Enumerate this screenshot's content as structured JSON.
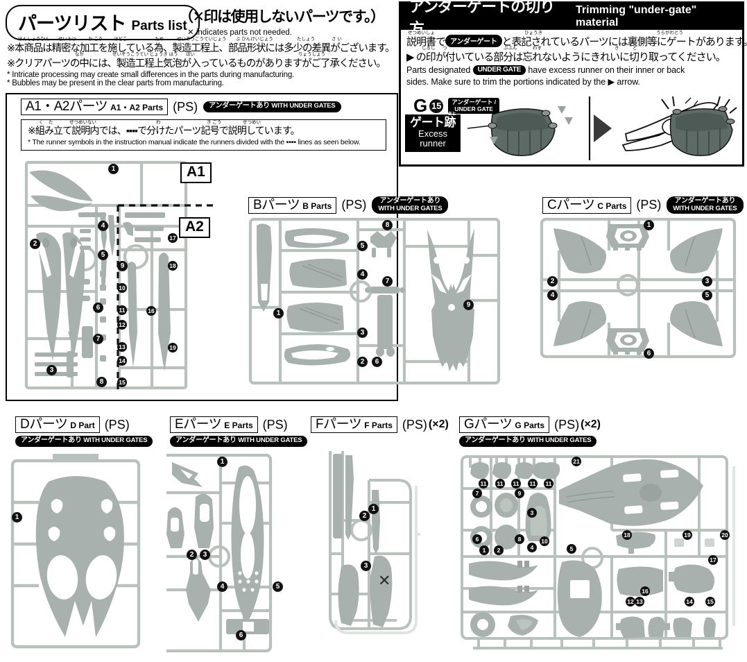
{
  "header": {
    "title_jp": "パーツリスト",
    "title_en": "Parts list",
    "x_note_jp": "（✕印は使用しないパーツです。）",
    "x_note_en": "✕ indicates parts not needed.",
    "disclaimer": {
      "jp1": "※本商品は精密な加工を施している為、製造工程上、部品形状には多少の差異がございます。",
      "jp2": "※クリアパーツの中には、製造工程上気泡が入っているものがありますがご了承ください。",
      "en1": "* Intricate processing may create small differences in the parts during manufacturing.",
      "en2": "* Bubbles may be present in the clear parts from manufacturing."
    }
  },
  "under_gate_panel": {
    "head_jp": "アンダーゲートの切り方",
    "head_en": "Trimming \"under-gate\" material",
    "body_jp1_pre": "説明書で",
    "body_jp1_pill": "アンダーゲート",
    "body_jp1_post": "と表記されているパーツには裏側等にゲートがあります。",
    "body_jp2": "▶ の印が付いている部分は忘れないようにきれいに切り取ってください。",
    "body_en1_pre": "Parts designated",
    "body_en1_pill": "UNDER GATE",
    "body_en1_post": "have excess runner on their inner or back",
    "body_en2": "sides. Make sure to trim the portions indicated by the  ▶  arrow.",
    "sample_letter": "G",
    "sample_number": "15",
    "sample_tag_jp": "アンダーゲート /",
    "sample_tag_en": "UNDER GATE",
    "callout_jp": "ゲート跡",
    "callout_en1": "Excess",
    "callout_en2": "runner"
  },
  "runners": [
    {
      "id": "A",
      "name_jp": "A1・A2パーツ",
      "name_en": "A1・A2 Parts",
      "material": "(PS)",
      "qty": "",
      "under_gate_jp": "アンダーゲートあり",
      "under_gate_en": "WITH UNDER GATES",
      "note_jp": "※組み立て説明内では、▪▪▪▪で分けたパーツ記号で説明しています。",
      "note_en": "* The runner symbols in the instruction manual indicate the runners divided with the ▪▪▪▪ lines as seen below.",
      "sub_tags": [
        "A1",
        "A2"
      ],
      "part_numbers": [
        "1",
        "2",
        "3",
        "4",
        "5",
        "6",
        "7",
        "8",
        "9",
        "10",
        "11",
        "12",
        "13",
        "14",
        "15",
        "16",
        "17",
        "18",
        "19"
      ]
    },
    {
      "id": "B",
      "name_jp": "Bパーツ",
      "name_en": "B Parts",
      "material": "(PS)",
      "qty": "",
      "under_gate_jp": "アンダーゲートあり",
      "under_gate_en": "WITH UNDER GATES",
      "part_numbers": [
        "1",
        "2",
        "3",
        "4",
        "5",
        "6",
        "7",
        "8",
        "9"
      ]
    },
    {
      "id": "C",
      "name_jp": "Cパーツ",
      "name_en": "C Parts",
      "material": "(PS)",
      "qty": "",
      "under_gate_jp": "アンダーゲートあり",
      "under_gate_en": "WITH UNDER GATES",
      "part_numbers": [
        "1",
        "2",
        "3",
        "4",
        "5",
        "6"
      ]
    },
    {
      "id": "D",
      "name_jp": "Dパーツ",
      "name_en": "D Part",
      "material": "(PS)",
      "qty": "",
      "under_gate_jp": "アンダーゲートあり",
      "under_gate_en": "WITH UNDER GATES",
      "part_numbers": [
        "1"
      ]
    },
    {
      "id": "E",
      "name_jp": "Eパーツ",
      "name_en": "E Parts",
      "material": "(PS)",
      "qty": "",
      "under_gate_jp": "アンダーゲートあり",
      "under_gate_en": "WITH UNDER GATES",
      "part_numbers": [
        "1",
        "2",
        "3",
        "4",
        "5",
        "6"
      ]
    },
    {
      "id": "F",
      "name_jp": "Fパーツ",
      "name_en": "F Parts",
      "material": "(PS)",
      "qty": "(×2)",
      "under_gate_jp": "",
      "under_gate_en": "",
      "part_numbers": [
        "1",
        "2",
        "3"
      ],
      "unused_mark": "✕"
    },
    {
      "id": "G",
      "name_jp": "Gパーツ",
      "name_en": "G Parts",
      "material": "(PS)",
      "qty": "(×2)",
      "under_gate_jp": "アンダーゲートあり",
      "under_gate_en": "WITH UNDER GATES",
      "part_numbers": [
        "1",
        "2",
        "3",
        "4",
        "5",
        "6",
        "7",
        "8",
        "9",
        "10",
        "11",
        "12",
        "13",
        "14",
        "15",
        "16",
        "17",
        "18",
        "19",
        "20",
        "21"
      ]
    }
  ],
  "colors": {
    "part_gray": "#a9b1ae",
    "sprue_gray": "#b9c1bd",
    "ink": "#111111",
    "paper": "#ffffff"
  }
}
